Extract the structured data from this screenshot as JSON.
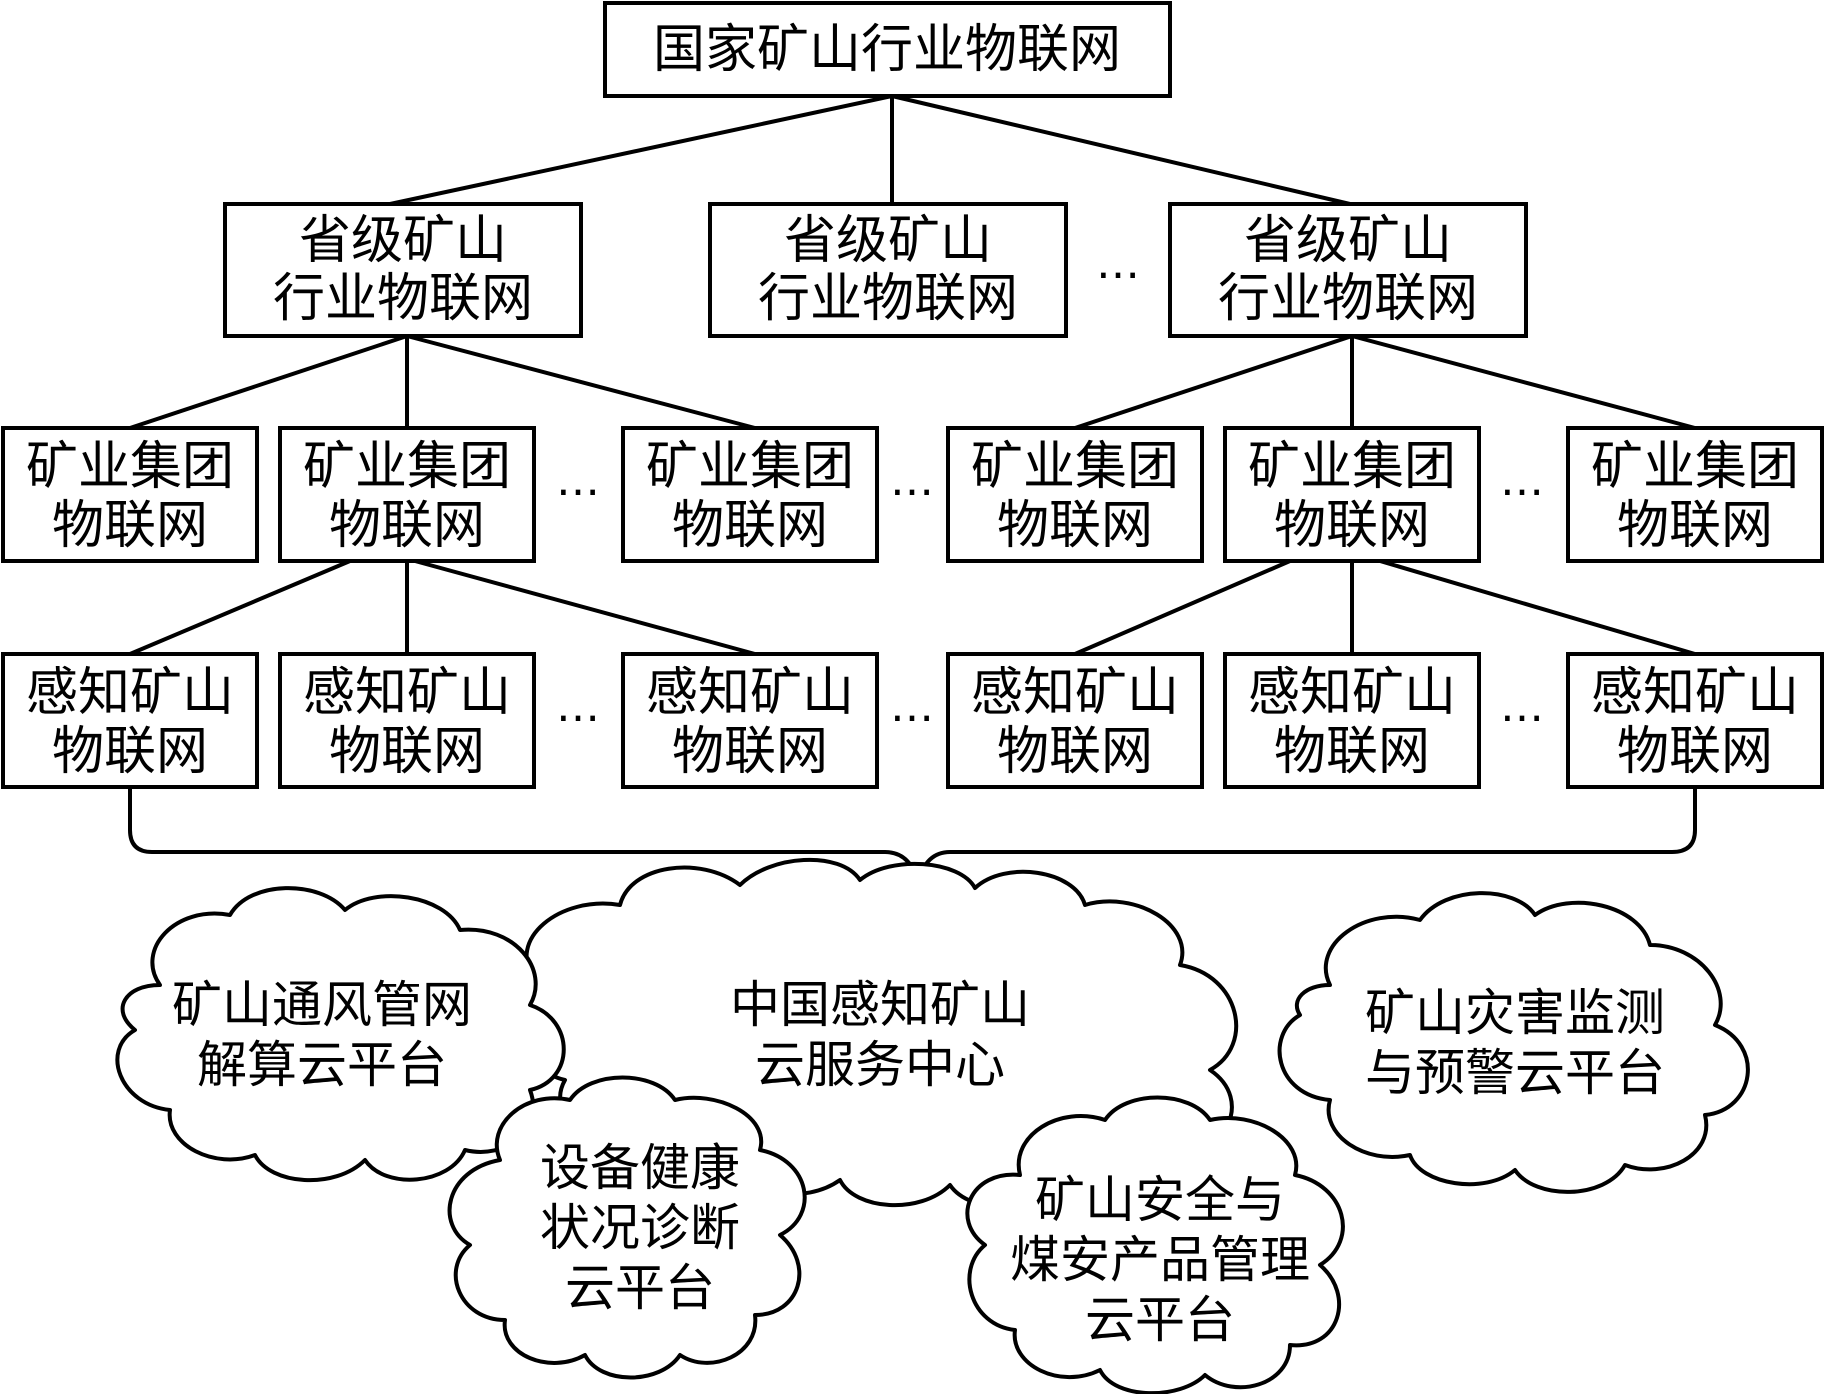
{
  "national": {
    "line1": "国家矿山行业物联网"
  },
  "provinces": [
    {
      "line1": "省级矿山",
      "line2": "行业物联网"
    },
    {
      "line1": "省级矿山",
      "line2": "行业物联网"
    },
    {
      "line1": "省级矿山",
      "line2": "行业物联网"
    }
  ],
  "groups": [
    {
      "line1": "矿业集团",
      "line2": "物联网"
    },
    {
      "line1": "矿业集团",
      "line2": "物联网"
    },
    {
      "line1": "矿业集团",
      "line2": "物联网"
    },
    {
      "line1": "矿业集团",
      "line2": "物联网"
    },
    {
      "line1": "矿业集团",
      "line2": "物联网"
    },
    {
      "line1": "矿业集团",
      "line2": "物联网"
    }
  ],
  "sensing": [
    {
      "line1": "感知矿山",
      "line2": "物联网"
    },
    {
      "line1": "感知矿山",
      "line2": "物联网"
    },
    {
      "line1": "感知矿山",
      "line2": "物联网"
    },
    {
      "line1": "感知矿山",
      "line2": "物联网"
    },
    {
      "line1": "感知矿山",
      "line2": "物联网"
    },
    {
      "line1": "感知矿山",
      "line2": "物联网"
    }
  ],
  "ellipsis": "…",
  "cloud_center": {
    "line1": "中国感知矿山",
    "line2": "云服务中心"
  },
  "cloud_ventilation": {
    "line1": "矿山通风管网",
    "line2": "解算云平台"
  },
  "cloud_disaster": {
    "line1": "矿山灾害监测",
    "line2": "与预警云平台"
  },
  "cloud_equipment": {
    "line1": "设备健康",
    "line2": "状况诊断",
    "line3": "云平台"
  },
  "cloud_safety": {
    "line1": "矿山安全与",
    "line2": "煤安产品管理",
    "line3": "云平台"
  }
}
